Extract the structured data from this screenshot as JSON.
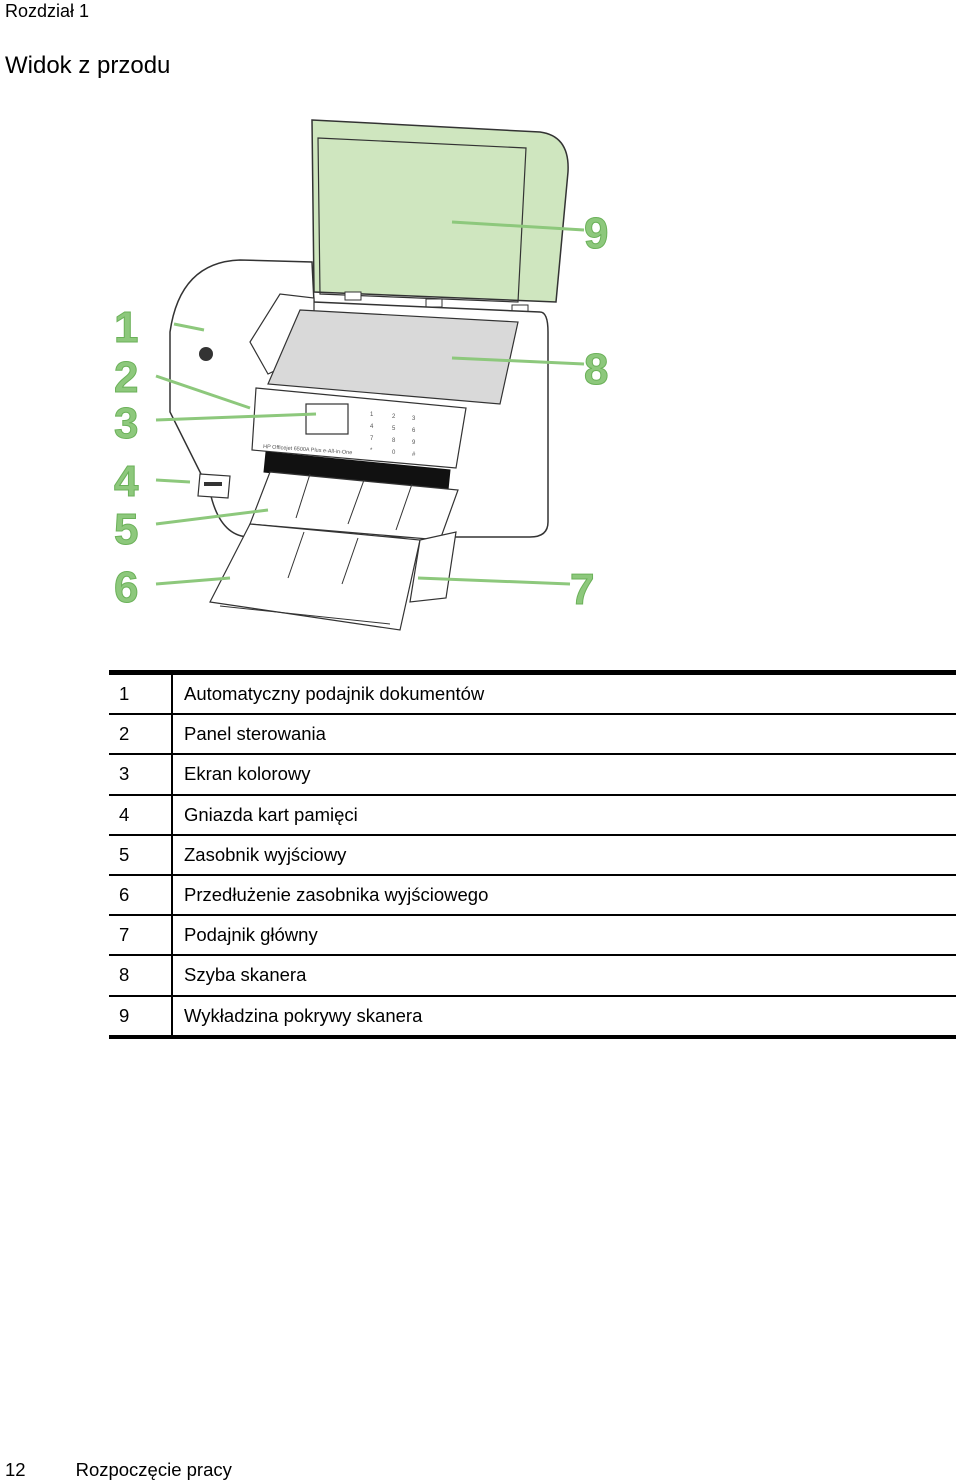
{
  "header": {
    "chapter": "Rozdział 1"
  },
  "section": {
    "title": "Widok z przodu"
  },
  "figure": {
    "callouts": [
      "1",
      "2",
      "3",
      "4",
      "5",
      "6",
      "7",
      "8",
      "9"
    ],
    "device_model_text": "HP Officejet 6500A Plus e-All-in-One",
    "accent_color": "#8dc87c",
    "lid_color": "#cfe6bf",
    "glass_color": "#d9d9d9"
  },
  "legend": {
    "rows": [
      {
        "num": "1",
        "label": "Automatyczny podajnik dokumentów"
      },
      {
        "num": "2",
        "label": "Panel sterowania"
      },
      {
        "num": "3",
        "label": "Ekran kolorowy"
      },
      {
        "num": "4",
        "label": "Gniazda kart pamięci"
      },
      {
        "num": "5",
        "label": "Zasobnik wyjściowy"
      },
      {
        "num": "6",
        "label": "Przedłużenie zasobnika wyjściowego"
      },
      {
        "num": "7",
        "label": "Podajnik główny"
      },
      {
        "num": "8",
        "label": "Szyba skanera"
      },
      {
        "num": "9",
        "label": "Wykładzina pokrywy skanera"
      }
    ]
  },
  "footer": {
    "page_number": "12",
    "title": "Rozpoczęcie pracy"
  }
}
